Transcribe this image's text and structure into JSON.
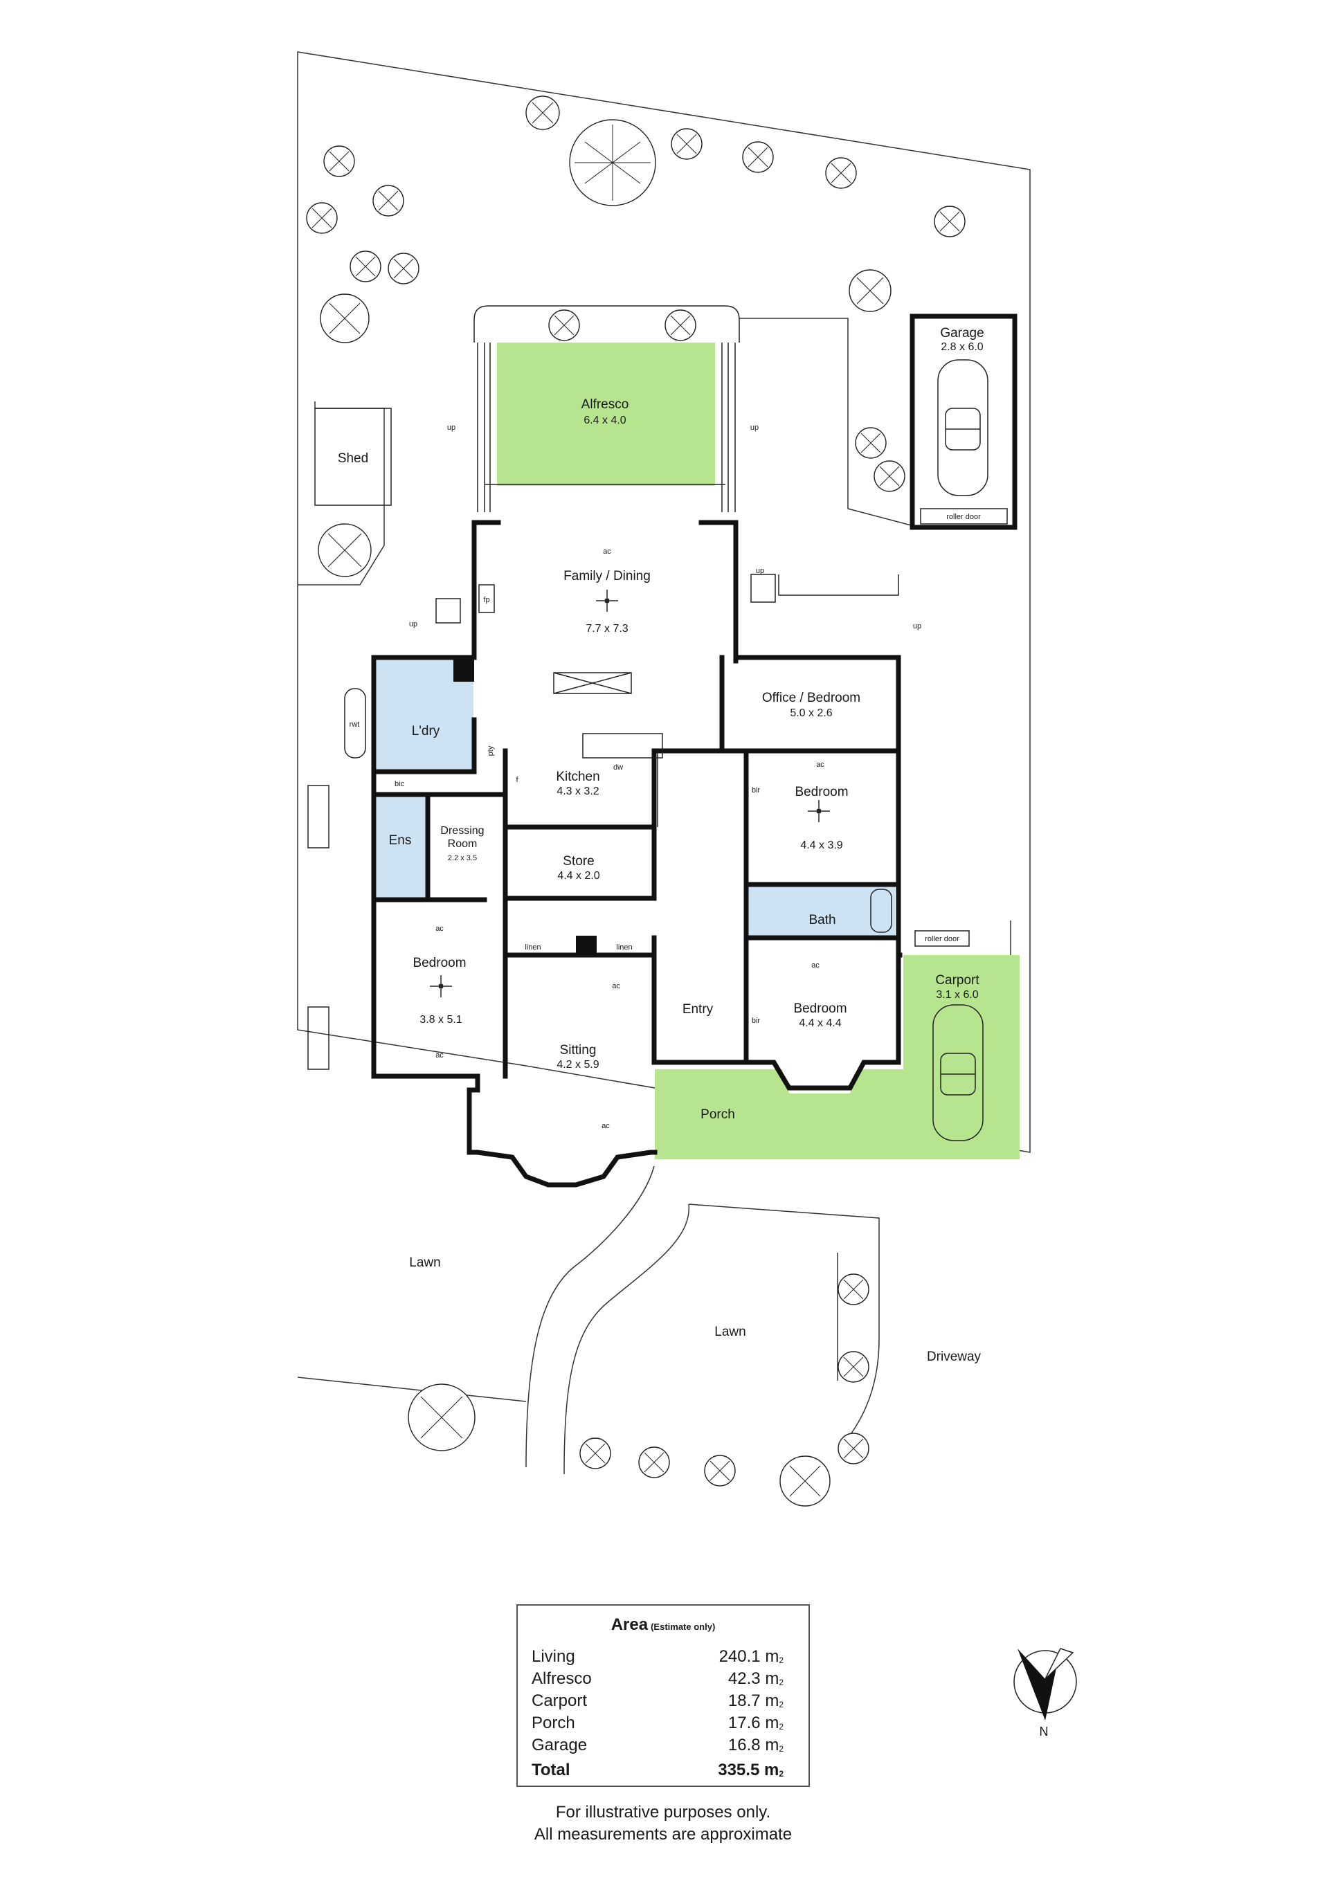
{
  "rooms": {
    "garage": {
      "name": "Garage",
      "dims": "2.8 x 6.0",
      "door": "roller door"
    },
    "alfresco": {
      "name": "Alfresco",
      "dims": "6.4 x 4.0"
    },
    "shed": {
      "name": "Shed"
    },
    "family_dining": {
      "name": "Family / Dining",
      "dims": "7.7 x 7.3"
    },
    "office_bedroom": {
      "name": "Office / Bedroom",
      "dims": "5.0 x 2.6"
    },
    "laundry": {
      "name": "L'dry"
    },
    "kitchen": {
      "name": "Kitchen",
      "dims": "4.3 x 3.2"
    },
    "bedroom_ne": {
      "name": "Bedroom",
      "dims": "4.4 x 3.9"
    },
    "ensuite": {
      "name": "Ens"
    },
    "dressing": {
      "name": "Dressing\nRoom",
      "name_line1": "Dressing",
      "name_line2": "Room",
      "dims": "2.2 x 3.5"
    },
    "store": {
      "name": "Store",
      "dims": "4.4 x 2.0"
    },
    "bath": {
      "name": "Bath"
    },
    "bedroom_w": {
      "name": "Bedroom",
      "dims": "3.8 x 5.1"
    },
    "sitting": {
      "name": "Sitting",
      "dims": "4.2 x 5.9"
    },
    "entry": {
      "name": "Entry"
    },
    "bedroom_se": {
      "name": "Bedroom",
      "dims": "4.4 x 4.4"
    },
    "carport": {
      "name": "Carport",
      "dims": "3.1 x 6.0",
      "door": "roller door"
    },
    "porch": {
      "name": "Porch"
    },
    "lawn_w": {
      "name": "Lawn"
    },
    "lawn_e": {
      "name": "Lawn"
    },
    "driveway": {
      "name": "Driveway"
    }
  },
  "fixtures": {
    "up": "up",
    "ac": "ac",
    "fp": "fp",
    "rwt": "rwt",
    "bic": "bic",
    "bir": "bir",
    "linen": "linen",
    "dw": "dw",
    "f": "f",
    "pty": "pty"
  },
  "area": {
    "title": "Area",
    "note": "(Estimate only)",
    "unit": "m",
    "unit_sup": "2",
    "rows": [
      {
        "name": "Living",
        "value": "240.1"
      },
      {
        "name": "Alfresco",
        "value": "42.3"
      },
      {
        "name": "Carport",
        "value": "18.7"
      },
      {
        "name": "Porch",
        "value": "17.6"
      },
      {
        "name": "Garage",
        "value": "16.8"
      }
    ],
    "total": {
      "name": "Total",
      "value": "335.5"
    }
  },
  "compass": {
    "label": "N"
  },
  "disclaimer": {
    "line1": "For illustrative purposes only.",
    "line2": "All measurements are approximate"
  },
  "colors": {
    "outdoor_green": "#b7e58f",
    "wet_area_blue": "#cde3f3",
    "wall": "#111111"
  }
}
